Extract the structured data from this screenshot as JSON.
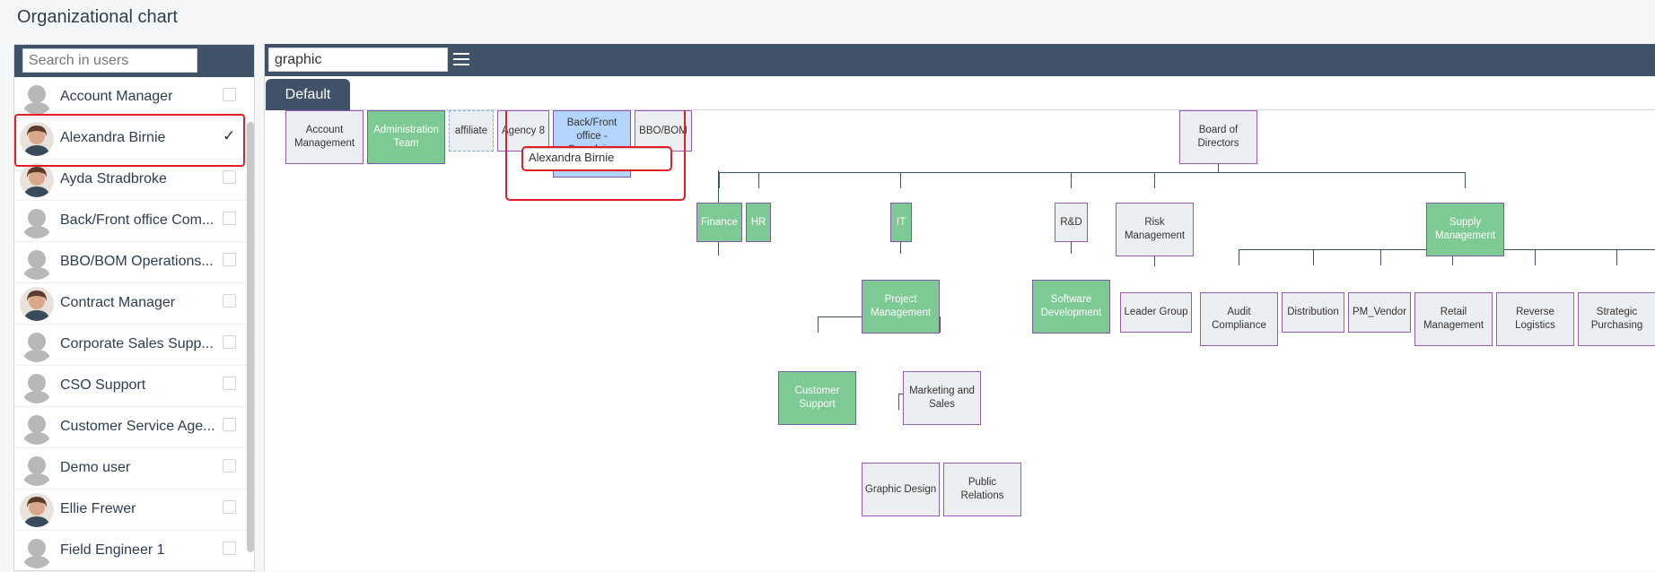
{
  "page": {
    "title": "Organizational chart"
  },
  "sidebar": {
    "search_placeholder": "Search in users",
    "users": [
      {
        "name": "Account Manager",
        "avatar": "placeholder-avatar",
        "checked": false
      },
      {
        "name": "Alexandra Birnie",
        "avatar": "photo-avatar",
        "checked": true
      },
      {
        "name": "Ayda Stradbroke",
        "avatar": "photo-avatar",
        "checked": false
      },
      {
        "name": "Back/Front office Com...",
        "avatar": "placeholder-avatar",
        "checked": false
      },
      {
        "name": "BBO/BOM Operations...",
        "avatar": "placeholder-avatar",
        "checked": false
      },
      {
        "name": "Contract Manager",
        "avatar": "photo-avatar",
        "checked": false
      },
      {
        "name": "Corporate Sales Supp...",
        "avatar": "placeholder-avatar",
        "checked": false
      },
      {
        "name": "CSO Support",
        "avatar": "placeholder-avatar",
        "checked": false
      },
      {
        "name": "Customer Service Age...",
        "avatar": "placeholder-avatar",
        "checked": false
      },
      {
        "name": "Demo user",
        "avatar": "placeholder-avatar",
        "checked": false
      },
      {
        "name": "Ellie Frewer",
        "avatar": "photo-avatar",
        "checked": false
      },
      {
        "name": "Field Engineer 1",
        "avatar": "placeholder-avatar",
        "checked": false
      }
    ],
    "checkmark": "✓"
  },
  "main": {
    "search_value": "graphic",
    "menu_icon": "hamburger-icon",
    "tabs": [
      {
        "label": "Default"
      }
    ]
  },
  "chart": {
    "drag_label": "Alexandra Birnie",
    "nodes": {
      "account_management": "Account Management",
      "administration_team": "Administration Team",
      "affiliate": "affiliate",
      "agency_8": "Agency 8",
      "back_front_office": "Back/Front office - Complains",
      "bbo_bom": "BBO/BOM",
      "board": "Board of Directors",
      "finance": "Finance",
      "hr": "HR",
      "it": "IT",
      "rd": "R&D",
      "risk": "Risk Management",
      "supply": "Supply Management",
      "project": "Project Management",
      "software": "Software Development",
      "leader": "Leader Group",
      "audit": "Audit Compliance",
      "distribution": "Distribution",
      "pm_vendor": "PM_Vendor",
      "retail": "Retail Management",
      "reverse": "Reverse Logistics",
      "strategic": "Strategic Purchasing",
      "customer_support": "Customer Support",
      "marketing": "Marketing and Sales",
      "graphic": "Graphic Design",
      "public": "Public Relations"
    }
  },
  "colors": {
    "header": "#3f5268",
    "green_node": "#7dca95",
    "highlight": "#e31e24",
    "blue_node": "#b3d4fb"
  }
}
